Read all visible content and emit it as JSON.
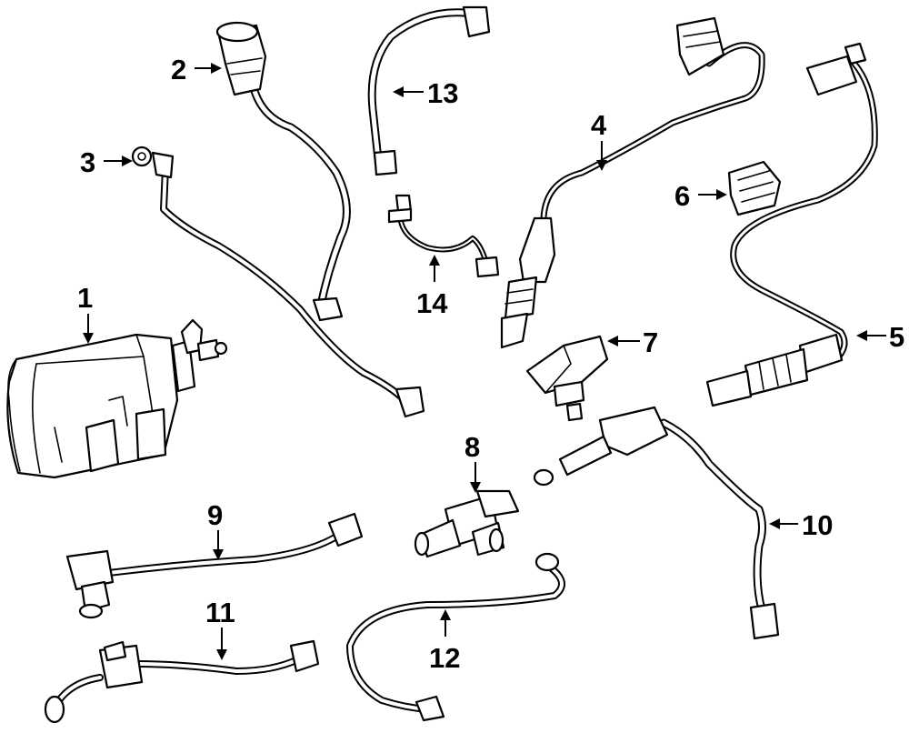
{
  "labels": {
    "p1": "1",
    "p2": "2",
    "p3": "3",
    "p4": "4",
    "p5": "5",
    "p6": "6",
    "p7": "7",
    "p8": "8",
    "p9": "9",
    "p10": "10",
    "p11": "11",
    "p12": "12",
    "p13": "13",
    "p14": "14"
  }
}
